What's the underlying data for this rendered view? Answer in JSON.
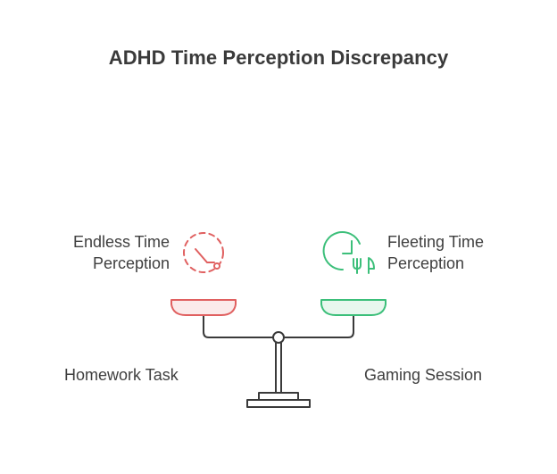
{
  "title": "ADHD Time Perception Discrepancy",
  "left": {
    "perception_line1": "Endless Time",
    "perception_line2": "Perception",
    "task": "Homework Task",
    "icon": "dashed-clock-icon",
    "color": "#e06060"
  },
  "right": {
    "perception_line1": "Fleeting Time",
    "perception_line2": "Perception",
    "task": "Gaming Session",
    "icon": "clock-dining-icon",
    "color": "#3cbf7a"
  },
  "scale_color": "#3a3a3a"
}
